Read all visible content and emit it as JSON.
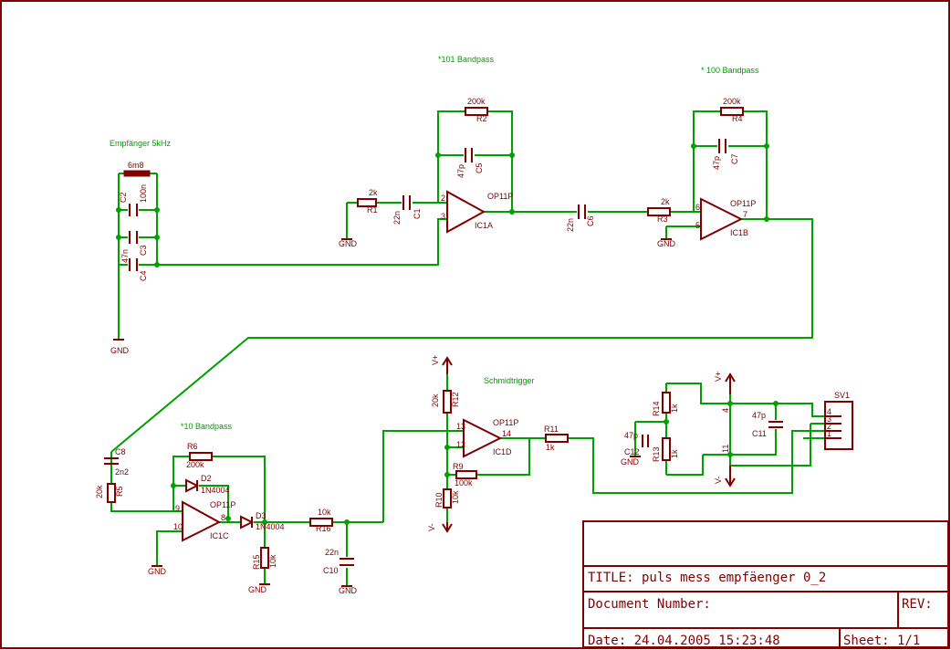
{
  "notes": {
    "bp101": "*101 Bandpass",
    "bp100": "* 100 Bandpass",
    "receiver": "Empfänger 5kHz",
    "bp10": "*10 Bandpass",
    "schmidt": "Schmidtrigger"
  },
  "labels": {
    "l6m8": "6m8",
    "c2": "C2",
    "c2v": "100n",
    "c3": "C3",
    "c4": "C4",
    "c4v": "47n",
    "gnd": "GND",
    "r1v": "2k",
    "r1": "R1",
    "c1v": "22n",
    "c1": "C1",
    "r2v": "200k",
    "r2": "R2",
    "c5v": "47p",
    "c5": "C5",
    "op": "OP11P",
    "ic1a": "IC1A",
    "c6v": "22n",
    "c6": "C6",
    "r3v": "2k",
    "r3": "R3",
    "r4v": "200k",
    "r4": "R4",
    "c7v": "47p",
    "c7": "C7",
    "ic1b": "IC1B",
    "c8": "C8",
    "c8v": "2n2",
    "r5v": "20k",
    "r5": "R5",
    "r6": "R6",
    "r6v": "200k",
    "d2": "D2",
    "d2v": "1N4004",
    "ic1c": "IC1C",
    "d3": "D3",
    "d3v": "1N4004",
    "r15": "R15",
    "r15v": "10k",
    "r16v": "10k",
    "r16": "R16",
    "c10v": "22n",
    "c10": "C10",
    "vplus": "V+",
    "vminus": "V-",
    "r12v": "20k",
    "r12": "R12",
    "r9": "R9",
    "r9v": "100k",
    "r10": "R10",
    "r10v": "10k",
    "ic1d": "IC1D",
    "r11": "R11",
    "r11v": "1k",
    "r14": "R14",
    "r14v": "1k",
    "r13": "R13",
    "r13v": "1k",
    "c12v": "47p",
    "c12": "C12",
    "c11v": "47p",
    "c11": "C11",
    "sv1": "SV1",
    "pin2": "2",
    "pin3": "3",
    "pin7": "7",
    "pin5": "5",
    "pin6": "6",
    "pin10": "10",
    "pin9": "9",
    "pin8": "8",
    "pin13": "13",
    "pin12": "12",
    "pin14": "14",
    "pin4": "4",
    "pin11": "11",
    "sv4": "4",
    "sv3": "3",
    "sv2": "2",
    "sv1p": "1"
  },
  "title_block": {
    "title": "TITLE:  puls mess empfäenger 0_2",
    "docnum": "Document Number:",
    "rev": "REV:",
    "date": "Date: 24.04.2005 15:23:48",
    "sheet": "Sheet: 1/1"
  }
}
